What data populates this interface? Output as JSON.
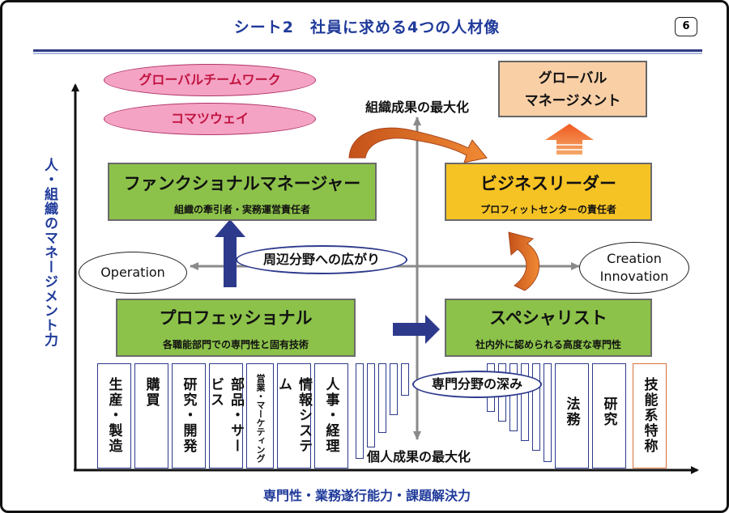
{
  "header": {
    "title": "シート2　社員に求める4つの人材像",
    "page_number": "6"
  },
  "axes": {
    "y_label": "人・組織のマネージメント力",
    "x_label": "専門性・業務遂行能力・課題解決力",
    "top_label": "組織成果の最大化",
    "bottom_label": "個人成果の最大化"
  },
  "values_ovals": [
    "グローバルチームワーク",
    "コマツウェイ"
  ],
  "global_management": {
    "line1": "グローバル",
    "line2": "マネージメント"
  },
  "quadrants": {
    "functional_manager": {
      "title": "ファンクショナルマネージャー",
      "subtitle": "組織の牽引者・実務運営責任者"
    },
    "business_leader": {
      "title": "ビジネスリーダー",
      "subtitle": "プロフィットセンターの責任者"
    },
    "professional": {
      "title": "プロフェッショナル",
      "subtitle": "各職能部門での専門性と固有技術"
    },
    "specialist": {
      "title": "スペシャリスト",
      "subtitle": "社内外に認められる高度な専門性"
    }
  },
  "horizontal": {
    "left": "Operation",
    "right_line1": "Creation",
    "right_line2": "Innovation",
    "breadth": "周辺分野への広がり",
    "depth": "専門分野の深み"
  },
  "fields_left": [
    "生産・製造",
    "購買",
    "研究・開発",
    "部品・サービス",
    "営業・マーケティング",
    "情報システム",
    "人事・経理"
  ],
  "fields_right": [
    "法務",
    "研究",
    "技能系特称"
  ],
  "colors": {
    "title_blue": "#1f3a9a",
    "green": "#8cc24a",
    "yellow": "#f6c324",
    "peach": "#f9cfa6",
    "pink": "#f5a3c5",
    "arrow_blue": "#2d3a8c",
    "arrow_orange": "#e07a2c"
  }
}
